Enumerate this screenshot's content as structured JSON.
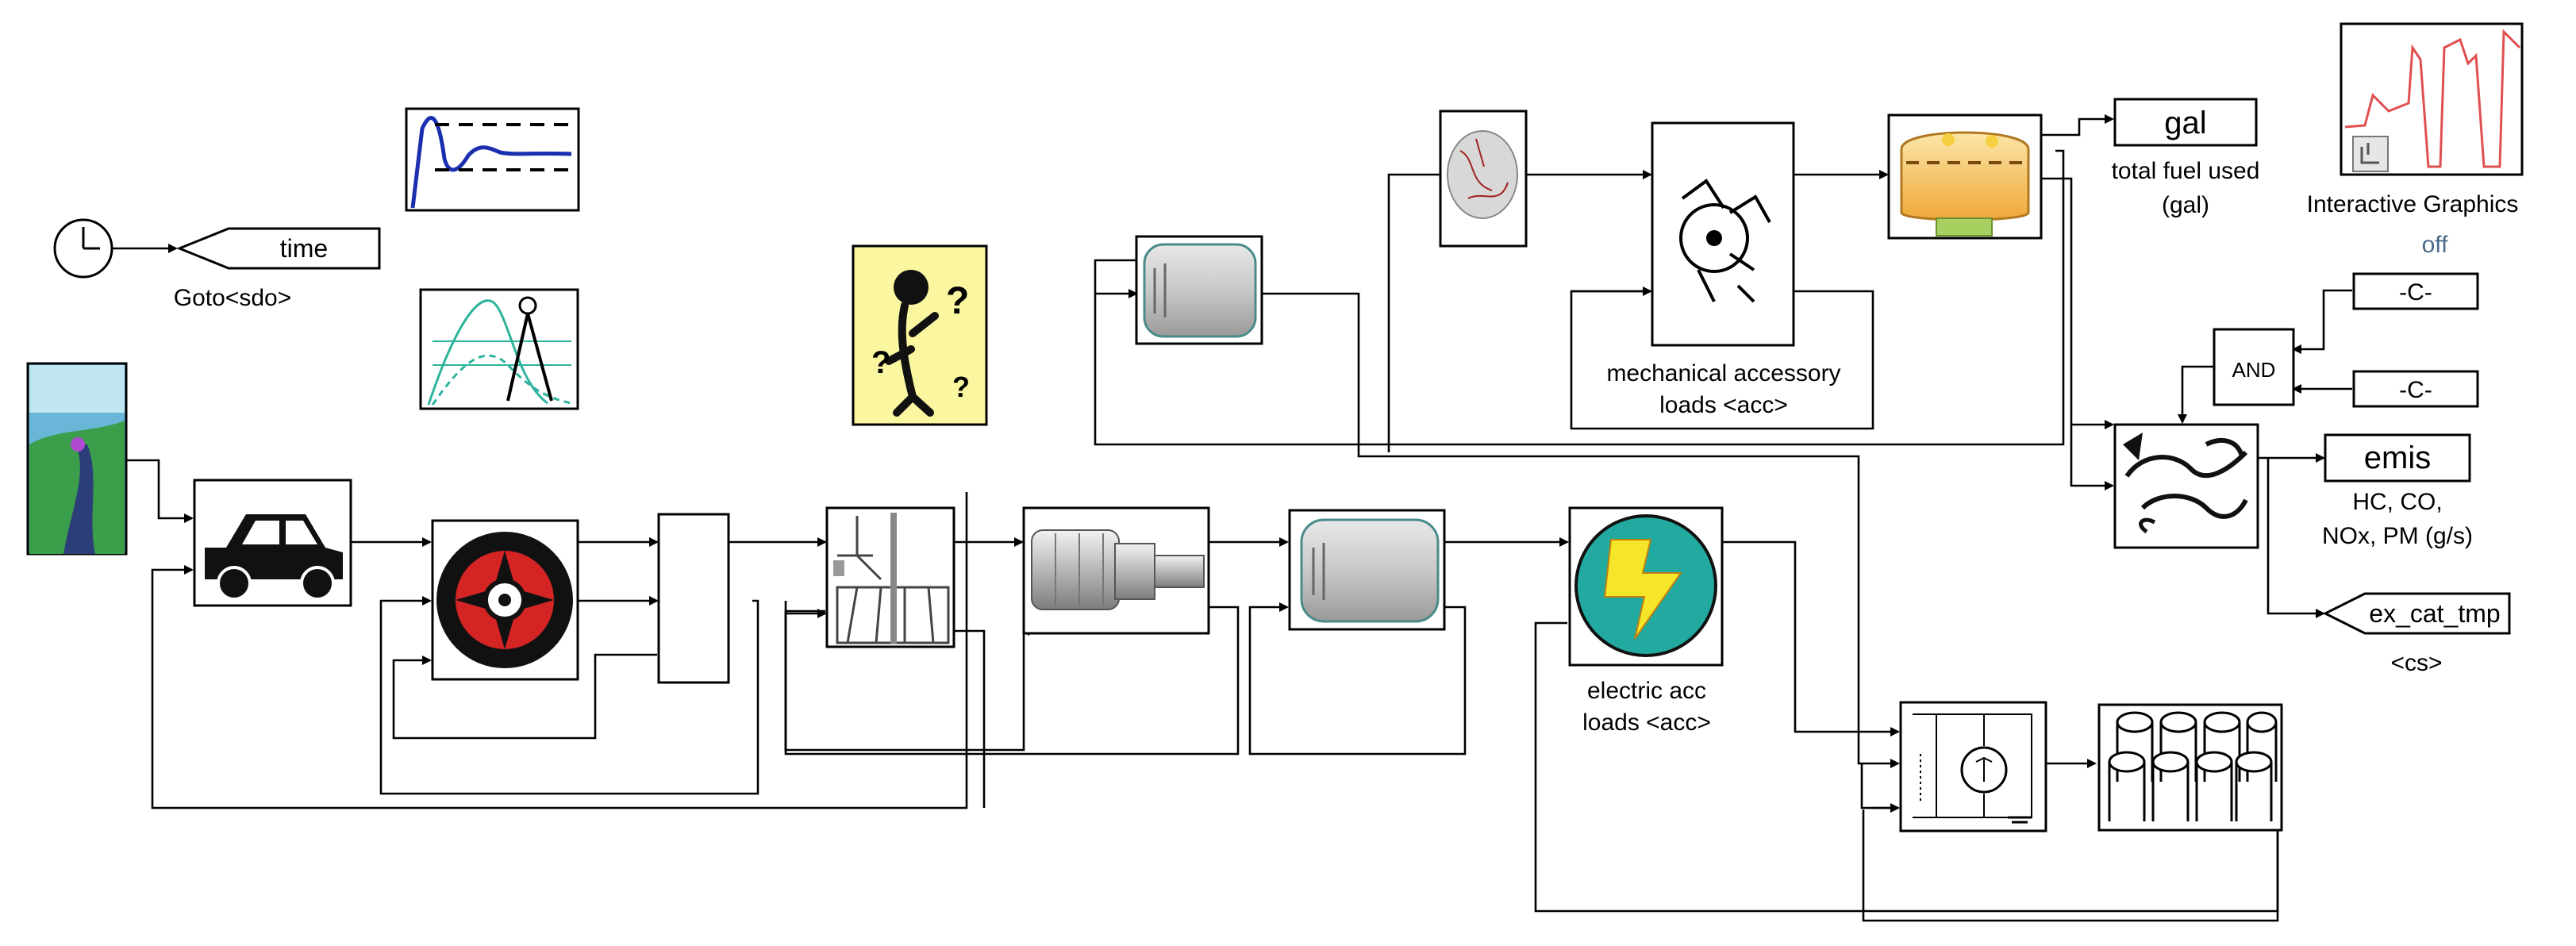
{
  "goto_time": {
    "tag": "time",
    "label": "Goto<sdo>"
  },
  "fuel_out": {
    "tag": "gal",
    "label_line1": "total fuel used",
    "label_line2": "(gal)"
  },
  "interactive_graphics": {
    "title": "Interactive Graphics",
    "state": "off"
  },
  "mech_acc": {
    "label_line1": "mechanical accessory",
    "label_line2": "loads <acc>"
  },
  "elec_acc": {
    "label_line1": "electric acc",
    "label_line2": "loads <acc>"
  },
  "emis_out": {
    "tag": "emis",
    "label_line1": "HC, CO,",
    "label_line2": "NOx, PM (g/s)"
  },
  "exhaust_temp": {
    "tag": "ex_cat_tmp",
    "label": "<cs>"
  },
  "constants": {
    "c1": "-C-",
    "c2": "-C-"
  },
  "logic": {
    "and": "AND"
  },
  "colors": {
    "accent_red": "#cc2222",
    "lightning_teal": "#22aaa0",
    "lightning_yellow": "#f5e62a",
    "tank_orange": "#f0b040",
    "pen_blue": "#2233aa"
  }
}
